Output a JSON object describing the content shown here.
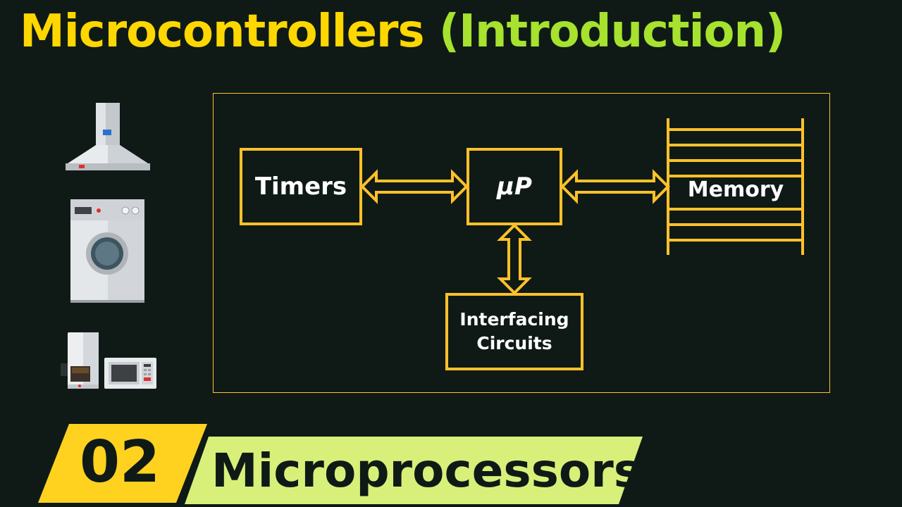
{
  "header": {
    "title_main": "Microcontrollers",
    "title_sub": "(Introduction)"
  },
  "diagram": {
    "blocks": {
      "timers": "Timers",
      "microprocessor": "μP",
      "memory": "Memory",
      "interfacing_line1": "Interfacing",
      "interfacing_line2": "Circuits"
    },
    "connections": [
      {
        "from": "Timers",
        "to": "μP",
        "type": "bidirectional"
      },
      {
        "from": "μP",
        "to": "Memory",
        "type": "bidirectional"
      },
      {
        "from": "μP",
        "to": "Interfacing Circuits",
        "type": "bidirectional"
      }
    ]
  },
  "appliances": {
    "items": [
      "range-hood-icon",
      "washing-machine-icon",
      "coffee-maker-icon",
      "microwave-icon"
    ]
  },
  "footer": {
    "number": "02",
    "topic": "Microprocessors"
  },
  "colors": {
    "background": "#0f1a16",
    "title_yellow": "#ffd700",
    "title_green": "#a6e22e",
    "diagram_line": "#ffc12b",
    "badge_yellow": "#ffd21f",
    "banner_green": "#d8f07a"
  }
}
